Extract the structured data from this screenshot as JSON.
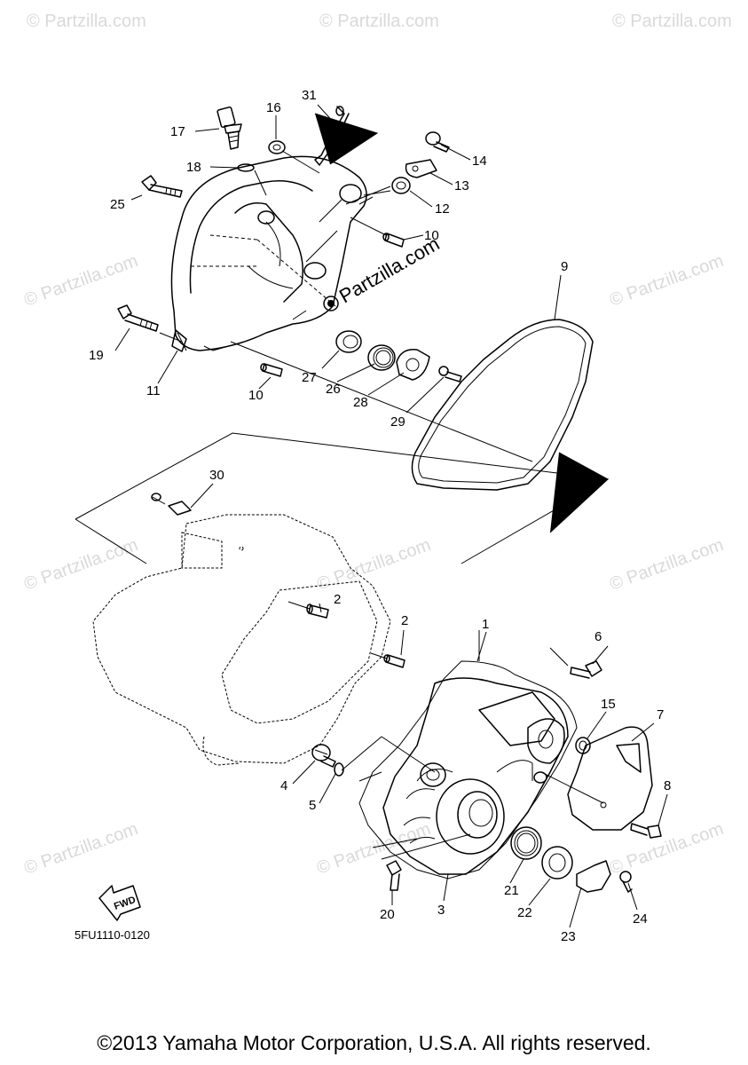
{
  "watermark": {
    "text": "© Partzilla.com",
    "center_text": "Partzilla.com"
  },
  "callouts": [
    "1",
    "2",
    "2",
    "3",
    "4",
    "5",
    "6",
    "7",
    "8",
    "9",
    "10",
    "10",
    "11",
    "12",
    "13",
    "14",
    "15",
    "16",
    "17",
    "18",
    "19",
    "20",
    "21",
    "22",
    "23",
    "24",
    "25",
    "26",
    "27",
    "28",
    "29",
    "30",
    "31"
  ],
  "fwd_label": "FWD",
  "catalog_code": "5FU1110-0120",
  "copyright": "©2013 Yamaha Motor Corporation, U.S.A. All rights reserved.",
  "icons": [
    "fwd-arrow-icon",
    "partzilla-logo-icon"
  ]
}
